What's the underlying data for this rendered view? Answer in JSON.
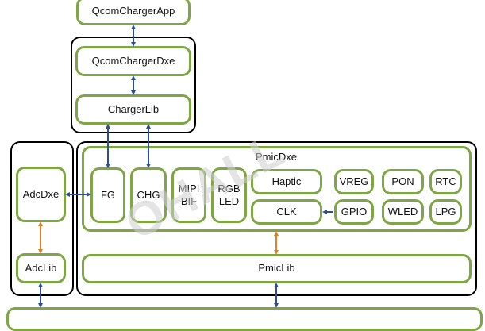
{
  "nodes": {
    "qcom_charger_app": "QcomChargerApp",
    "qcom_charger_dxe": "QcomChargerDxe",
    "charger_lib": "ChargerLib",
    "pmic_dxe": "PmicDxe",
    "adc_dxe": "AdcDxe",
    "adc_lib": "AdcLib",
    "fg": "FG",
    "chg": "CHG",
    "mipi_bif": "MIPI\nBIF",
    "rgb_led": "RGB\nLED",
    "haptic": "Haptic",
    "clk": "CLK",
    "vreg": "VREG",
    "pon": "PON",
    "rtc": "RTC",
    "gpio": "GPIO",
    "wled": "WLED",
    "lpg": "LPG",
    "pmic_lib": "PmicLib"
  },
  "colors": {
    "box_border": "#7fa645",
    "container_border": "#000000",
    "arrow_blue": "#2e4f8f",
    "arrow_orange": "#d9822b"
  }
}
